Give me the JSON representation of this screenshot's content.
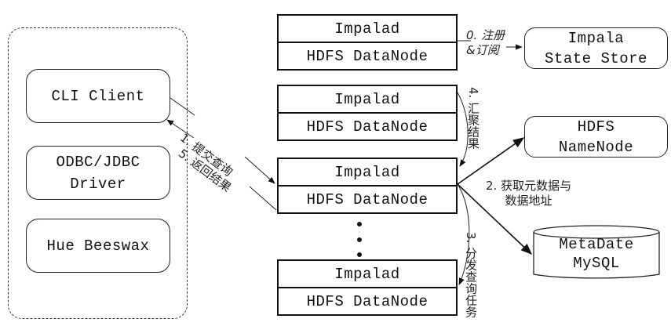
{
  "title": "Impala architecture",
  "clients": {
    "items": [
      {
        "label": "CLI Client"
      },
      {
        "label": "ODBC/JDBC\nDriver"
      },
      {
        "label": "Hue Beeswax"
      }
    ]
  },
  "nodes": [
    {
      "impalad": "Impalad",
      "datanode": "HDFS DataNode"
    },
    {
      "impalad": "Impalad",
      "datanode": "HDFS DataNode"
    },
    {
      "impalad": "Impalad",
      "datanode": "HDFS DataNode"
    },
    {
      "impalad": "Impalad",
      "datanode": "HDFS DataNode"
    }
  ],
  "ellipsis": "⋮",
  "services": {
    "state_store": "Impala\nState Store",
    "namenode": "HDFS\nNameNode",
    "metastore": "MetaDate\nMySQL"
  },
  "edges": {
    "register": "0. 注册\n&订阅",
    "submit": "1. 提交查询",
    "fetch_meta": "2. 获取元数据与\n数据地址",
    "distribute": "3. 分发查询任务",
    "aggregate": "4. 汇聚结果",
    "return": "5. 返回结果"
  }
}
